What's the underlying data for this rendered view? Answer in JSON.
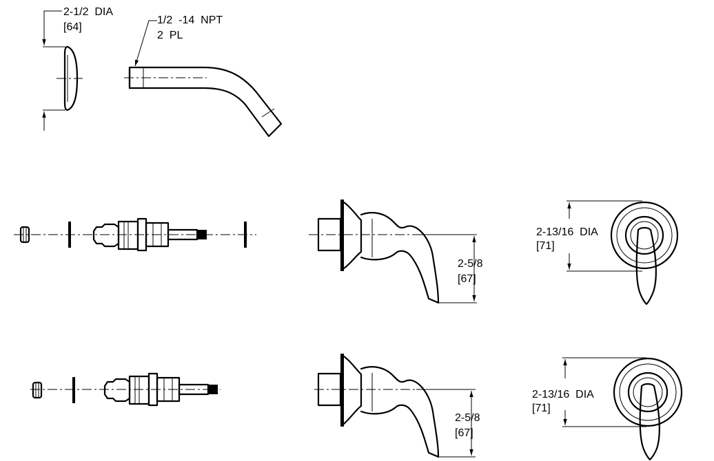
{
  "callouts": {
    "flange_dia": "2-1/2  DIA",
    "flange_dia_mm": "[64]",
    "thread_spec": "1/2  -14  NPT",
    "thread_qty": "2  PL",
    "handle_projection_1": "2-5/8",
    "handle_projection_1_mm": "[67]",
    "escutcheon_dia_1": "2-13/16  DIA",
    "escutcheon_dia_1_mm": "[71]",
    "handle_projection_2": "2-5/8",
    "handle_projection_2_mm": "[67]",
    "escutcheon_dia_2": "2-13/16  DIA",
    "escutcheon_dia_2_mm": "[71]"
  }
}
